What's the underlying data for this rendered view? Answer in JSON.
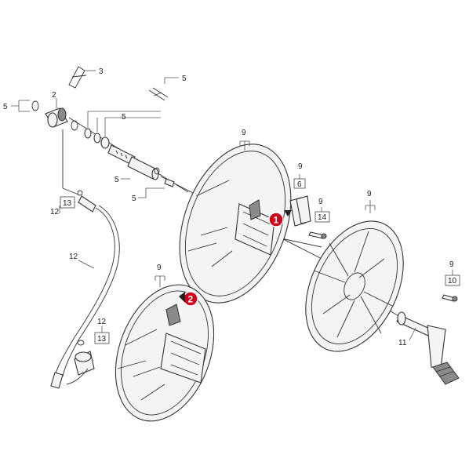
{
  "diagram": {
    "labels": {
      "l3": "3",
      "l2": "2",
      "l5a": "5",
      "l5b": "5",
      "l5c": "5",
      "l5d": "5",
      "l5e": "5",
      "l9a": "9",
      "l9b": "9",
      "l6": "6",
      "l9c": "9",
      "l14": "14",
      "l9d": "9",
      "l9e": "9",
      "l10": "10",
      "l12a": "12",
      "l13a": "13",
      "l12b": "12",
      "l12c": "12",
      "l13b": "13",
      "l11": "11",
      "l9f": "9"
    },
    "callouts": {
      "c1": "1",
      "c2": "2"
    },
    "colors": {
      "callout_red": "#d0021b",
      "line": "#333333"
    }
  }
}
